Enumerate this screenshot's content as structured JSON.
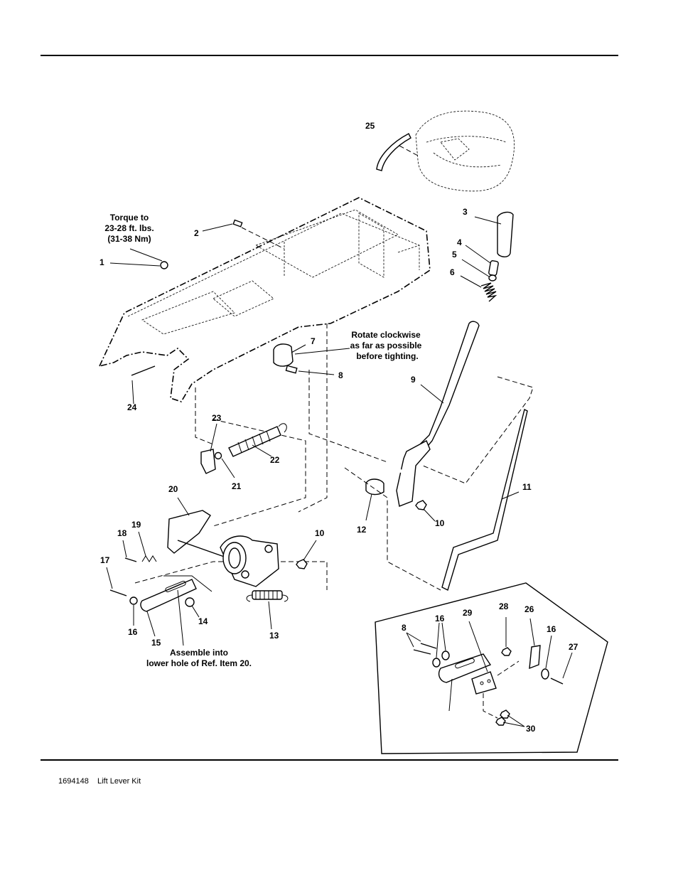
{
  "footer": {
    "part_number": "1694148",
    "title": "Lift Lever Kit"
  },
  "notes": {
    "torque": [
      "Torque to",
      "23-28 ft. lbs.",
      "(31-38 Nm)"
    ],
    "rotate": [
      "Rotate clockwise",
      "as far as possible",
      "before tighting."
    ],
    "assemble": [
      "Assemble into",
      "lower hole of Ref. Item 20."
    ]
  },
  "callouts": [
    "25",
    "2",
    "3",
    "1",
    "4",
    "5",
    "6",
    "7",
    "8",
    "9",
    "24",
    "23",
    "22",
    "21",
    "20",
    "19",
    "18",
    "17",
    "16",
    "15",
    "14",
    "13",
    "12",
    "11",
    "10",
    "10",
    "8",
    "16",
    "29",
    "28",
    "26",
    "16",
    "27",
    "30"
  ]
}
